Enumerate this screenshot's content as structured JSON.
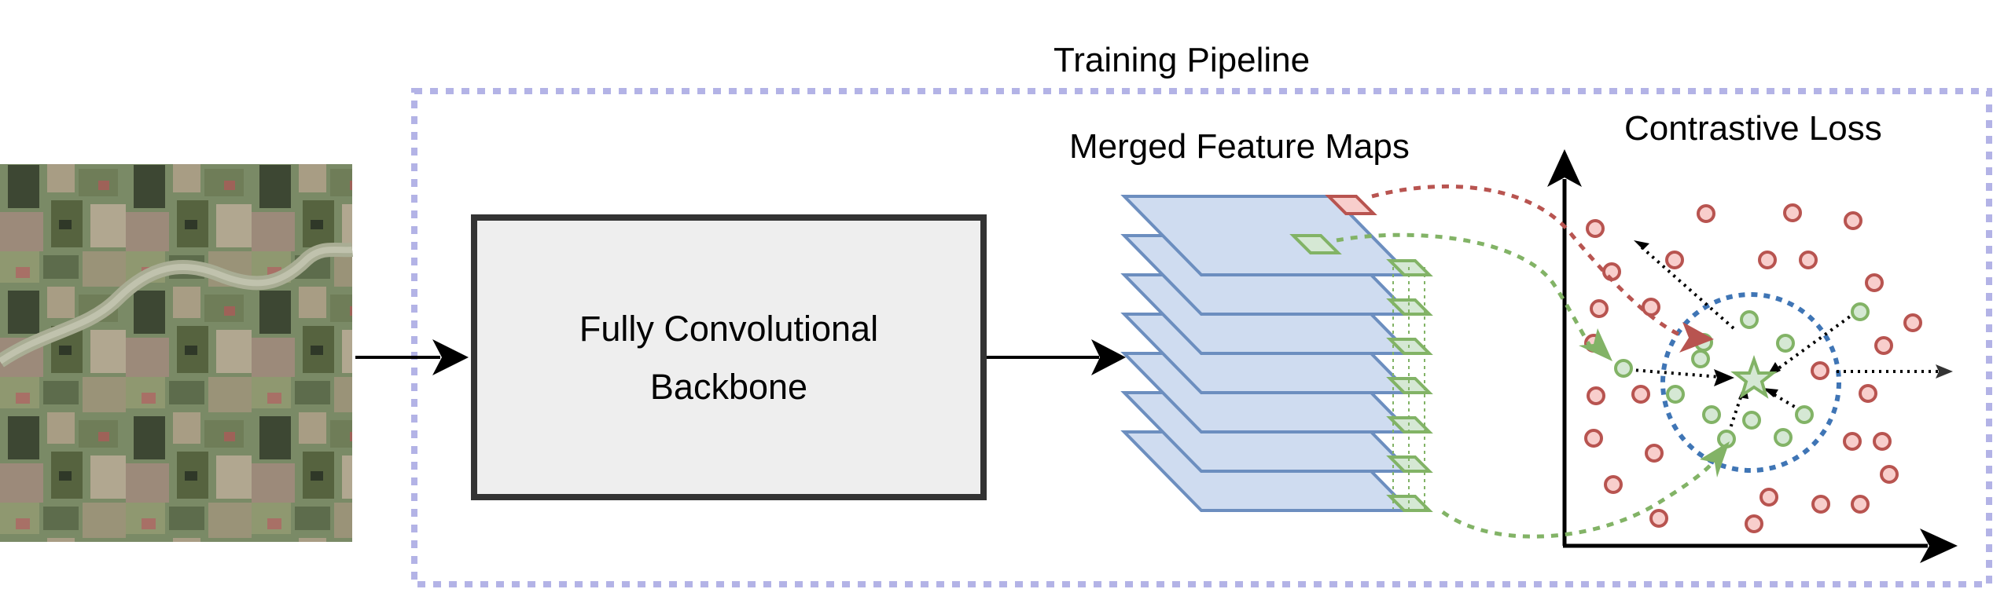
{
  "title": "Training Pipeline",
  "backbone": {
    "line1": "Fully Convolutional",
    "line2": "Backbone"
  },
  "feature_maps": {
    "label": "Merged Feature Maps",
    "layer_count": 7
  },
  "loss": {
    "label": "Contrastive Loss",
    "anchor_icon": "star-icon",
    "positive_color": "#82b366",
    "negative_color": "#b85450"
  },
  "colors": {
    "pipeline_border": "#b3b3e6",
    "map_fill": "#cfdcf0",
    "map_stroke": "#6c8ebf",
    "backbone_fill": "#eeeeee",
    "backbone_stroke": "#333333",
    "cluster_circle": "#3f75b5",
    "positive_fill": "#d5e8d4",
    "negative_fill": "#f8cecc"
  }
}
